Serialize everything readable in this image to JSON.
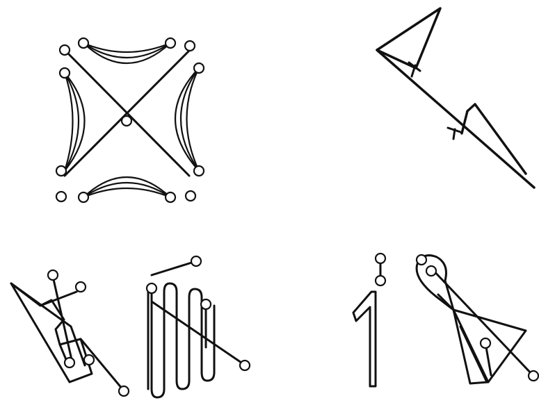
{
  "figure": {
    "background": "#ffffff",
    "ink_color": "#111111",
    "glyphs": [
      {
        "id": "sigil-quadrant-crossed-arcs",
        "icon": "crossed-lines-with-four-crescent-arcs"
      },
      {
        "id": "sigil-zigzag-triangles",
        "icon": "diagonal-line-with-two-triangles"
      },
      {
        "id": "sigil-slanted-frame",
        "icon": "slanted-frame-with-crossed-circle-ends"
      },
      {
        "id": "sigil-meander-loops",
        "icon": "serpentine-loops-with-diagonal-stroke"
      },
      {
        "id": "sigil-hook-stroke",
        "icon": "hooked-vertical-stroke-with-circles"
      },
      {
        "id": "sigil-loop-triangle",
        "icon": "looped-curl-with-triangle-and-line"
      }
    ]
  }
}
